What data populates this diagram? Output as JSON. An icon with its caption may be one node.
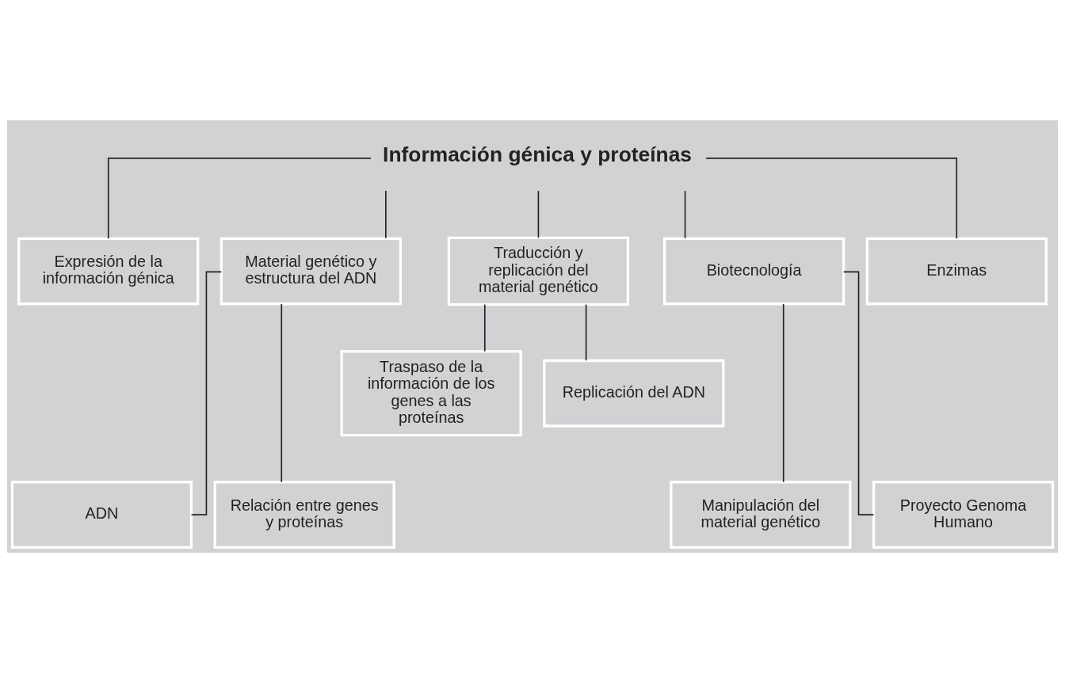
{
  "diagram": {
    "nodes": [
      {
        "text": [
          "Información génica y proteínas"
        ]
      },
      {
        "text": [
          "Expresión de la información génica"
        ]
      },
      {
        "text": [
          "Material genético y estructura del ADN"
        ]
      },
      {
        "text": [
          "Traducción y replicación del material genético"
        ]
      },
      {
        "text": [
          "Biotecnología"
        ]
      },
      {
        "text": [
          "Enzimas"
        ]
      },
      {
        "text": [
          "Traspaso de la información de los genes a las proteínas"
        ]
      },
      {
        "text": [
          "Replicación del ADN"
        ]
      },
      {
        "text": [
          "ADN"
        ]
      },
      {
        "text": [
          "Relación entre genes y proteínas"
        ]
      },
      {
        "text": [
          "Manipulación del material genético"
        ]
      },
      {
        "text": [
          "Proyecto Genoma Humano"
        ]
      }
    ],
    "edges": [
      {
        "from": 0,
        "to": 1,
        "arrow": "none"
      },
      {
        "from": 0,
        "to": 2,
        "arrow": "none"
      },
      {
        "from": 0,
        "to": 3,
        "arrow": "none"
      },
      {
        "from": 0,
        "to": 4,
        "arrow": "none"
      },
      {
        "from": 0,
        "to": 5,
        "arrow": "none"
      },
      {
        "from": 3,
        "to": 6,
        "arrow": "none"
      },
      {
        "from": 3,
        "to": 7,
        "arrow": "none"
      },
      {
        "from": 2,
        "to": 8,
        "arrow": "none"
      },
      {
        "from": 2,
        "to": 9,
        "arrow": "none"
      },
      {
        "from": 4,
        "to": 10,
        "arrow": "none"
      },
      {
        "from": 4,
        "to": 11,
        "arrow": "none"
      }
    ]
  }
}
